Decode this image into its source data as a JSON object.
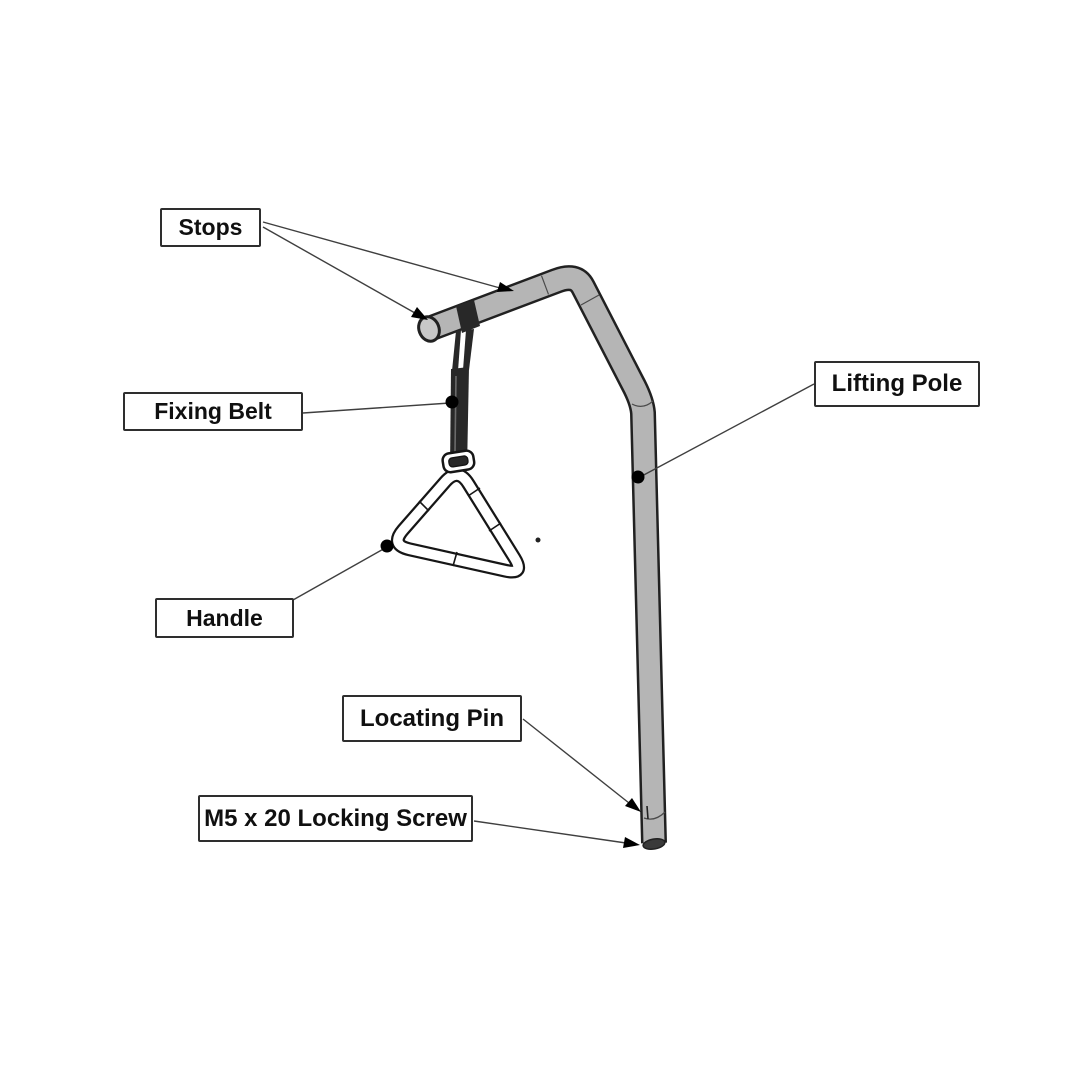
{
  "diagram": {
    "labels": {
      "stops": "Stops",
      "fixing_belt": "Fixing Belt",
      "handle": "Handle",
      "locating_pin": "Locating Pin",
      "locking_screw": "M5 x 20 Locking Screw",
      "lifting_pole": "Lifting Pole"
    },
    "colors": {
      "background": "#ffffff",
      "text": "#101010",
      "label_bg": "#ffffff",
      "label_border": "#2e2e2e",
      "leader": "#3f3f3f",
      "marker": "#000000",
      "pole_fill": "#b5b5b5",
      "pole_outline": "#212121",
      "pole_seam": "#4a4a4a",
      "belt_fill": "#282828",
      "belt_highlight": "#6a6a6a",
      "handle_outline": "#161616",
      "handle_fill": "#ffffff"
    }
  }
}
